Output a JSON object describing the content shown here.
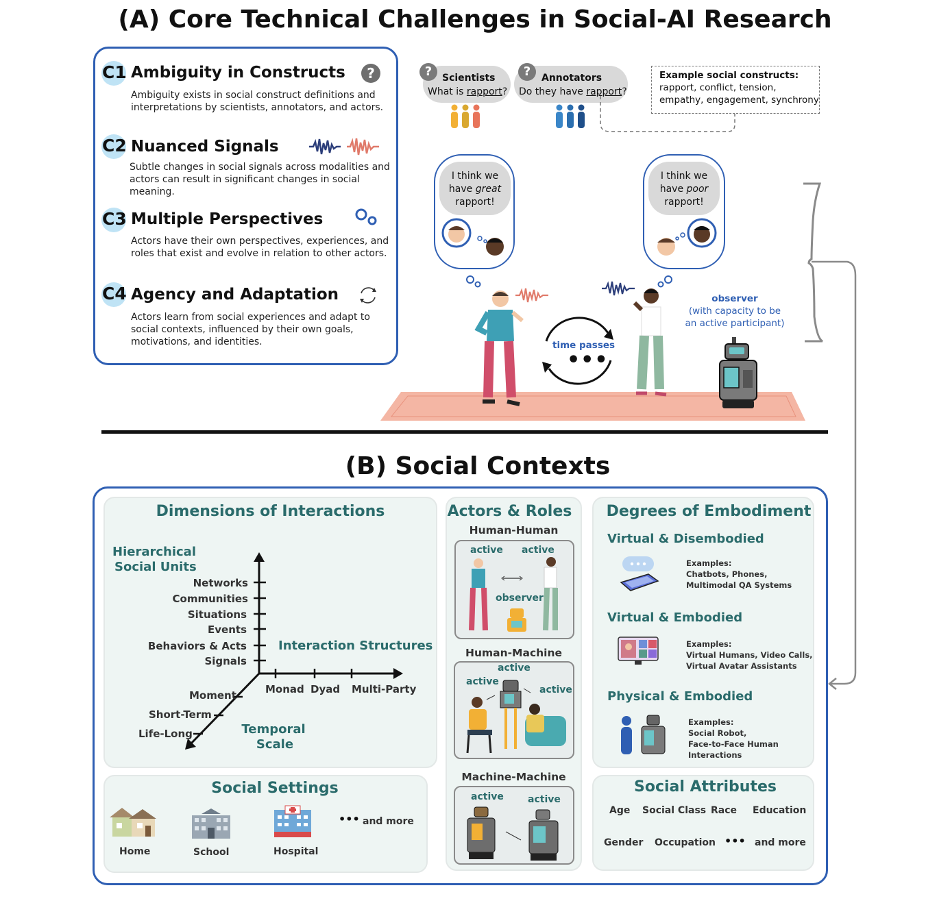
{
  "section_a": {
    "title": "(A) Core Technical Challenges in Social-AI Research",
    "challenges": [
      {
        "code": "C1",
        "title": "Ambiguity in Constructs",
        "desc": "Ambiguity exists in social construct definitions and interpretations by scientists, annotators, and actors.",
        "icon": "question-icon"
      },
      {
        "code": "C2",
        "title": "Nuanced Signals",
        "desc": "Subtle changes in social signals across modalities and actors can result in significant changes in social meaning.",
        "icon": "waveform-icon"
      },
      {
        "code": "C3",
        "title": "Multiple Perspectives",
        "desc": "Actors have their own perspectives, experiences, and roles that exist and evolve in relation to other actors.",
        "icon": "thought-dots-icon"
      },
      {
        "code": "C4",
        "title": "Agency and Adaptation",
        "desc": "Actors learn from social experiences and adapt to social contexts, influenced by their own goals, motivations, and identities.",
        "icon": "cycle-icon"
      }
    ],
    "scientists": {
      "label": "Scientists",
      "question_pre": "What is ",
      "question_word": "rapport",
      "question_post": "?"
    },
    "annotators": {
      "label": "Annotators",
      "question_pre": "Do they have ",
      "question_word": "rapport",
      "question_post": "?"
    },
    "constructs_box": {
      "heading": "Example social constructs:",
      "line1": "rapport, conflict, tension,",
      "line2": "empathy, engagement, synchrony"
    },
    "thought_left": {
      "pre": "I think we",
      "mid_pre": "have ",
      "emph": "great",
      "post": "rapport!"
    },
    "thought_right": {
      "pre": "I think we",
      "mid_pre": "have ",
      "emph": "poor",
      "post": "rapport!"
    },
    "time_passes": "time passes",
    "observer": {
      "label": "observer",
      "note1": "(with capacity to be",
      "note2": "an active participant)"
    }
  },
  "section_b": {
    "title": "(B) Social Contexts",
    "dimensions": {
      "title": "Dimensions of Interactions",
      "y_axis_title1": "Hierarchical",
      "y_axis_title2": "Social Units",
      "y_ticks": [
        "Networks",
        "Communities",
        "Situations",
        "Events",
        "Behaviors & Acts",
        "Signals"
      ],
      "x_axis_title": "Interaction Structures",
      "x_ticks": [
        "Monad",
        "Dyad",
        "Multi-Party"
      ],
      "z_axis_title1": "Temporal",
      "z_axis_title2": "Scale",
      "z_ticks": [
        "Moment",
        "Short-Term",
        "Life-Long"
      ]
    },
    "actors_roles": {
      "title": "Actors & Roles",
      "hh": {
        "label": "Human-Human",
        "active1": "active",
        "active2": "active",
        "observer": "observer"
      },
      "hm": {
        "label": "Human-Machine",
        "active_top": "active",
        "active_left": "active",
        "active_right": "active"
      },
      "mm": {
        "label": "Machine-Machine",
        "active1": "active",
        "active2": "active"
      }
    },
    "embodiment": {
      "title": "Degrees of Embodiment",
      "items": [
        {
          "title": "Virtual & Disembodied",
          "ex_head": "Examples:",
          "ex1": "Chatbots, Phones,",
          "ex2": "Multimodal QA Systems"
        },
        {
          "title": "Virtual & Embodied",
          "ex_head": "Examples:",
          "ex1": "Virtual Humans, Video Calls,",
          "ex2": "Virtual Avatar Assistants"
        },
        {
          "title": "Physical & Embodied",
          "ex_head": "Examples:",
          "ex1": "Social Robot,",
          "ex2": "Face-to-Face Human",
          "ex3": "Interactions"
        }
      ]
    },
    "settings": {
      "title": "Social Settings",
      "items": [
        "Home",
        "School",
        "Hospital"
      ],
      "more": "and more"
    },
    "attributes": {
      "title": "Social Attributes",
      "row1": [
        "Age",
        "Social Class",
        "Race",
        "Education"
      ],
      "row2": [
        "Gender",
        "Occupation"
      ],
      "more": "and more"
    }
  },
  "colors": {
    "panel_border": "#2f5fb3",
    "teal_text": "#2a6b6b",
    "subpanel_bg": "#eef5f3",
    "badge": "#bfe3f5",
    "rug": "#f4b6a4"
  }
}
